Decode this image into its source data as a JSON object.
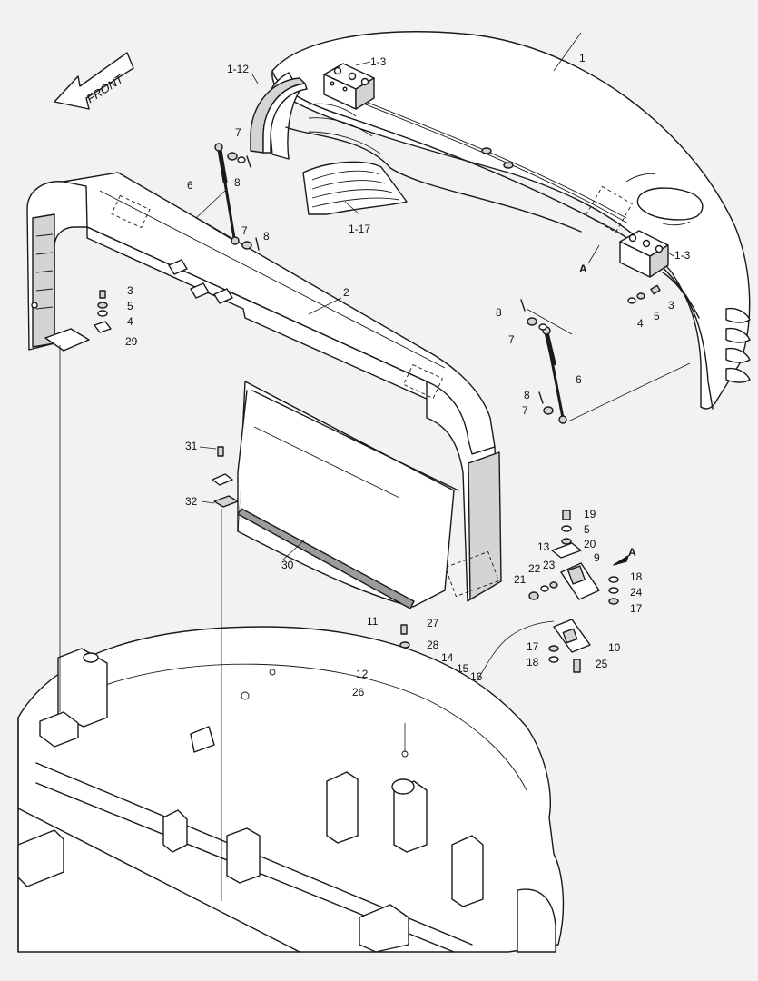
{
  "front_arrow": {
    "label": "FRONT"
  },
  "view_markers": {
    "a1": "A",
    "a2": "A"
  },
  "callouts": [
    {
      "id": "c-1",
      "text": "1"
    },
    {
      "id": "c-1-3a",
      "text": "1-3"
    },
    {
      "id": "c-1-3b",
      "text": "1-3"
    },
    {
      "id": "c-1-12",
      "text": "1-12"
    },
    {
      "id": "c-1-17",
      "text": "1-17"
    },
    {
      "id": "c-2",
      "text": "2"
    },
    {
      "id": "c-3a",
      "text": "3"
    },
    {
      "id": "c-3b",
      "text": "3"
    },
    {
      "id": "c-4a",
      "text": "4"
    },
    {
      "id": "c-4b",
      "text": "4"
    },
    {
      "id": "c-5a",
      "text": "5"
    },
    {
      "id": "c-5b",
      "text": "5"
    },
    {
      "id": "c-5c",
      "text": "5"
    },
    {
      "id": "c-6a",
      "text": "6"
    },
    {
      "id": "c-6b",
      "text": "6"
    },
    {
      "id": "c-7a",
      "text": "7"
    },
    {
      "id": "c-7b",
      "text": "7"
    },
    {
      "id": "c-7c",
      "text": "7"
    },
    {
      "id": "c-7d",
      "text": "7"
    },
    {
      "id": "c-8a",
      "text": "8"
    },
    {
      "id": "c-8b",
      "text": "8"
    },
    {
      "id": "c-8c",
      "text": "8"
    },
    {
      "id": "c-8d",
      "text": "8"
    },
    {
      "id": "c-9",
      "text": "9"
    },
    {
      "id": "c-10",
      "text": "10"
    },
    {
      "id": "c-11",
      "text": "11"
    },
    {
      "id": "c-12",
      "text": "12"
    },
    {
      "id": "c-13",
      "text": "13"
    },
    {
      "id": "c-14",
      "text": "14"
    },
    {
      "id": "c-15",
      "text": "15"
    },
    {
      "id": "c-16",
      "text": "16"
    },
    {
      "id": "c-17a",
      "text": "17"
    },
    {
      "id": "c-17b",
      "text": "17"
    },
    {
      "id": "c-18a",
      "text": "18"
    },
    {
      "id": "c-18b",
      "text": "18"
    },
    {
      "id": "c-19",
      "text": "19"
    },
    {
      "id": "c-20",
      "text": "20"
    },
    {
      "id": "c-21",
      "text": "21"
    },
    {
      "id": "c-22",
      "text": "22"
    },
    {
      "id": "c-23",
      "text": "23"
    },
    {
      "id": "c-24",
      "text": "24"
    },
    {
      "id": "c-25",
      "text": "25"
    },
    {
      "id": "c-26",
      "text": "26"
    },
    {
      "id": "c-27",
      "text": "27"
    },
    {
      "id": "c-28",
      "text": "28"
    },
    {
      "id": "c-29",
      "text": "29"
    },
    {
      "id": "c-30",
      "text": "30"
    },
    {
      "id": "c-31",
      "text": "31"
    },
    {
      "id": "c-32",
      "text": "32"
    }
  ]
}
